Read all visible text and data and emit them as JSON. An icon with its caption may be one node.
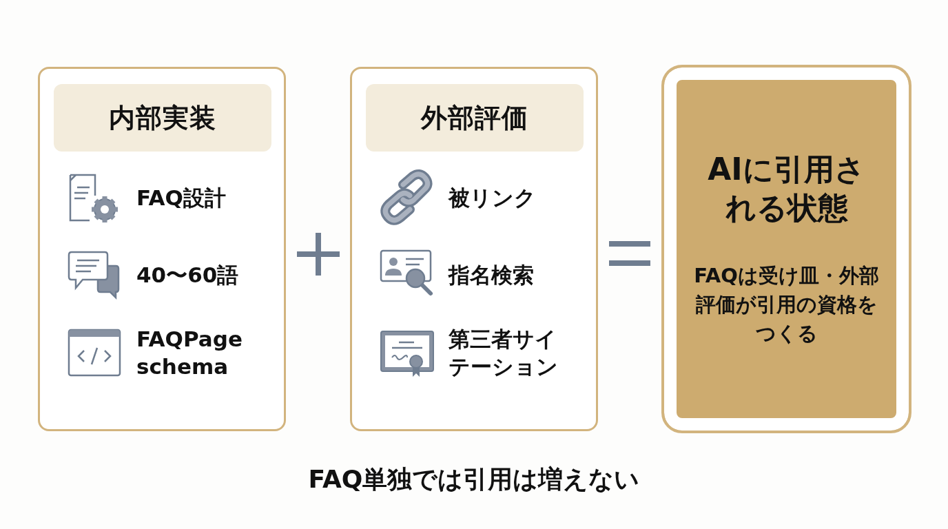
{
  "diagram": {
    "caption": "FAQ単独では引用は増えない",
    "nodes": [
      {
        "text": [
          "FAQ設計",
          "40〜60語",
          "FAQPage schema"
        ]
      },
      {
        "text": [
          "内部実装"
        ],
        "in": 0
      },
      {
        "text": [
          "被リンク",
          "指名検索",
          "第三者サイテーション"
        ]
      },
      {
        "text": [
          "外部評価"
        ],
        "in": 2
      },
      {
        "text": [
          "AIに引用される状態",
          "FAQは受け皿・外部評価が引用の資格をつくる"
        ]
      }
    ]
  }
}
